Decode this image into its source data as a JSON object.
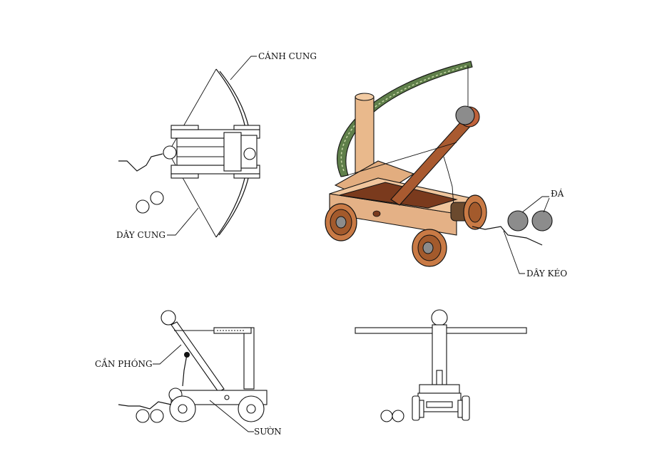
{
  "labels": {
    "canh_cung": "CÁNH CUNG",
    "day_cung": "DÂY CUNG",
    "da": "ĐÁ",
    "day_keo": "DÂY KÉO",
    "can_phong": "CẦN PHÓNG",
    "suon": "SƯỜN"
  },
  "colors": {
    "line": "#111111",
    "bow_green": "#5f7f4a",
    "wood_light": "#e9b98c",
    "wood_mid": "#c97a45",
    "wood_dark": "#7a3a1d",
    "stone": "#8c8c8c"
  }
}
